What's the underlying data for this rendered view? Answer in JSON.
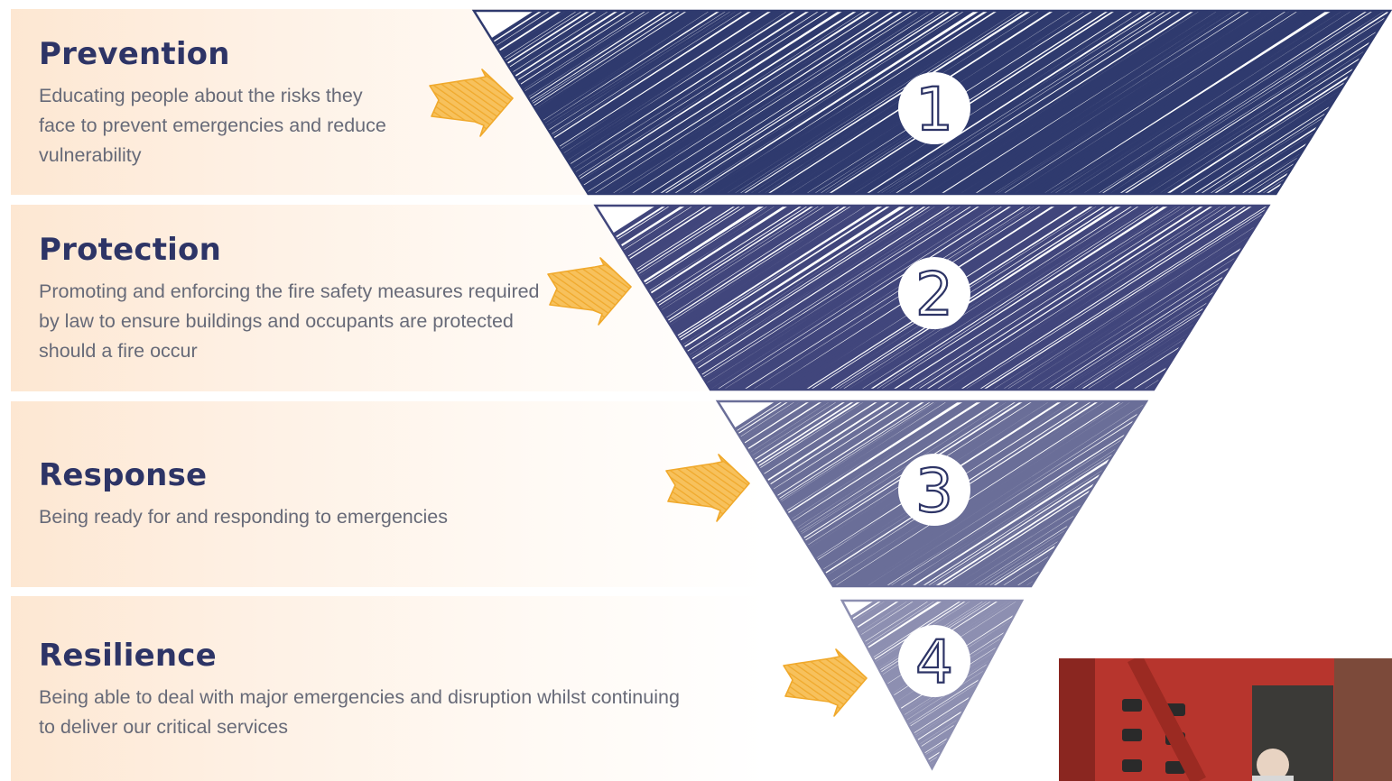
{
  "stages": [
    {
      "number": "1",
      "title": "Prevention",
      "description": "Educating people about the risks they face to prevent emergencies and reduce vulnerability",
      "color": "#2f3a6e"
    },
    {
      "number": "2",
      "title": "Protection",
      "description": "Promoting and enforcing the fire safety measures required by law to ensure buildings and occupants are protected should a fire occur",
      "color": "#41467c"
    },
    {
      "number": "3",
      "title": "Response",
      "description": "Being ready for and responding to emergencies",
      "color": "#6a6e98"
    },
    {
      "number": "4",
      "title": "Resilience",
      "description": "Being able to deal with major emergencies and disruption whilst continuing to deliver our critical services",
      "color": "#8d8fb1"
    }
  ],
  "arrow": {
    "icon": "hatched-arrow-icon",
    "color": "#f0a92c"
  },
  "photo": {
    "subject": "fire-station-photo",
    "wall_color": "#b7352d"
  }
}
